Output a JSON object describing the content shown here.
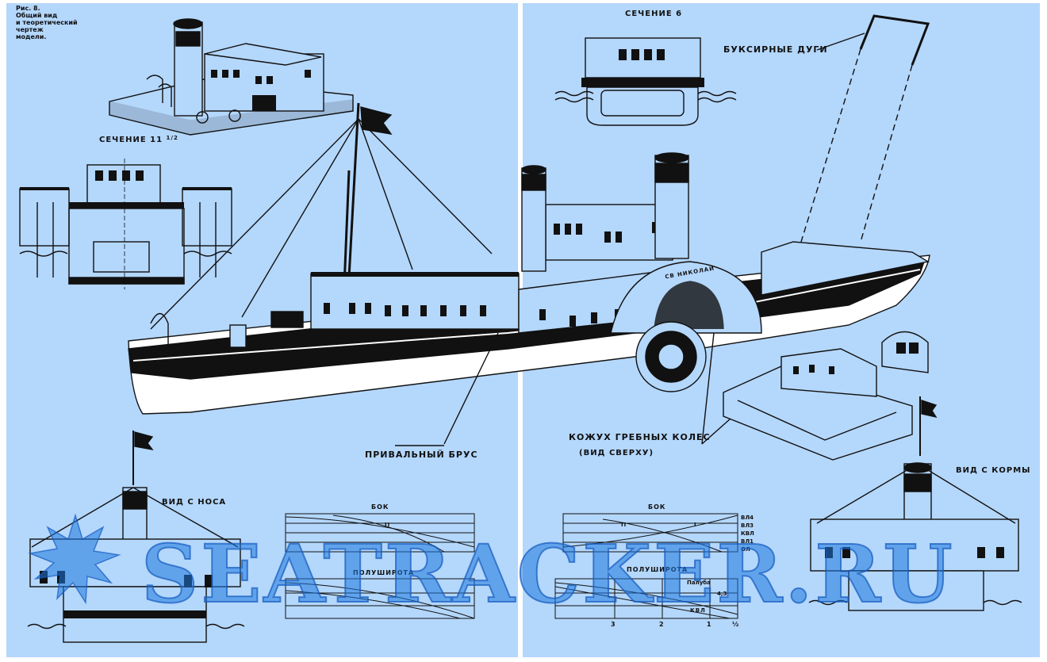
{
  "caption": [
    "Рис. 8.",
    "Общий вид",
    "и теоретический",
    "чертеж",
    "модели."
  ],
  "labels": {
    "section_6": "СЕЧЕНИЕ 6",
    "section_11": "СЕЧЕНИЕ 11",
    "section_11_frac": "1/2",
    "towing_arcs": "БУКСИРНЫЕ ДУГИ",
    "rubbing_strake": "ПРИВАЛЬНЫЙ БРУС",
    "paddle_box": "КОЖУХ ГРЕБНЫХ КОЛЕС",
    "paddle_box_sub": "(ВИД СВЕРХУ)",
    "bow_view": "ВИД С НОСА",
    "stern_view": "ВИД С КОРМЫ",
    "ship_name": "СВ НИКОЛАЙ"
  },
  "profile_left": {
    "title": "БОК",
    "marker": "II"
  },
  "profile_right": {
    "title": "БОК",
    "markers": [
      "II",
      "I"
    ],
    "waterlines": [
      "ВЛ4",
      "ВЛ3",
      "КВЛ",
      "ВЛ1",
      "ОЛ"
    ]
  },
  "halfbreadth_left": {
    "title": "ПОЛУШИРОТА"
  },
  "halfbreadth_right": {
    "title": "ПОЛУШИРОТА",
    "deck": "Палуба",
    "kvl": "КВЛ",
    "mark": "4,3",
    "stations": [
      "3",
      "2",
      "1",
      "½"
    ]
  },
  "watermark": "SEATRACKER.RU",
  "colors": {
    "background": "#b4d7fc",
    "ink": "#111111",
    "watermark": "#1e78dc"
  }
}
